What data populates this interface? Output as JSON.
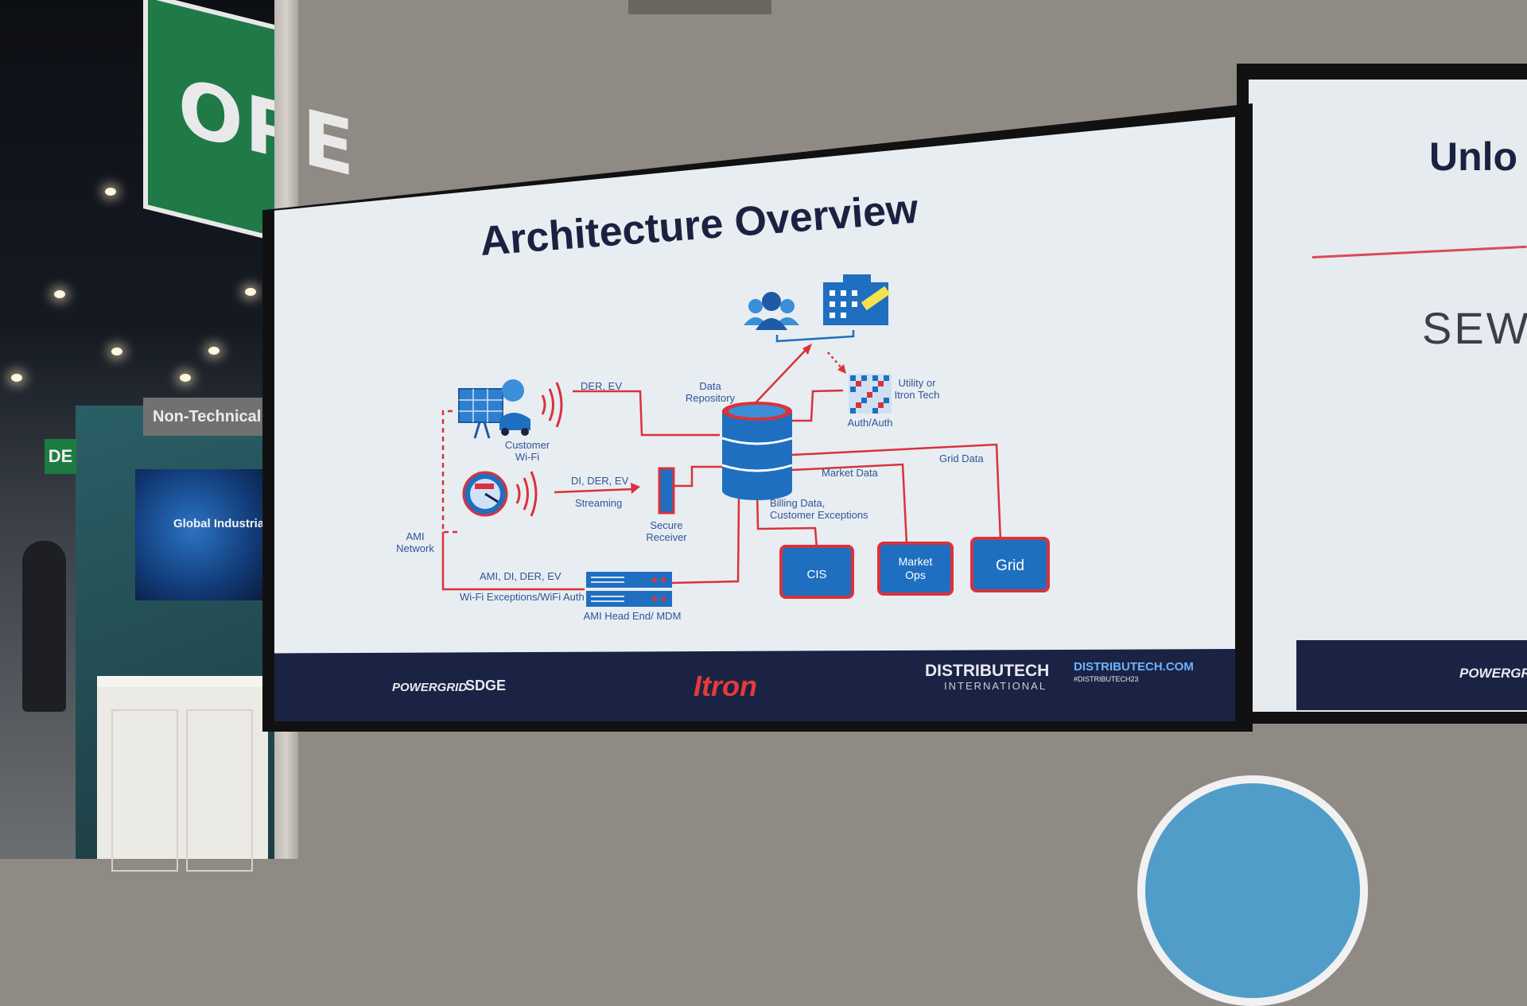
{
  "scene": {
    "sign_open": "OPE",
    "booth_label": "Non-Technical Lo",
    "booth_exit": "DE",
    "booth_screen_title": "Global Industrial I"
  },
  "slide": {
    "title": "Architecture Overview",
    "labels": {
      "der_ev": "DER, EV",
      "customer_wifi_1": "Customer",
      "customer_wifi_2": "Wi-Fi",
      "di_der_ev": "DI, DER, EV",
      "streaming": "Streaming",
      "secure_receiver_1": "Secure",
      "secure_receiver_2": "Receiver",
      "ami_network_1": "AMI",
      "ami_network_2": "Network",
      "ami_di_der_ev": "AMI, DI, DER, EV",
      "wifi_exceptions": "Wi-Fi Exceptions/WiFi Auth",
      "head_end": "AMI Head End/ MDM",
      "data_repository_1": "Data",
      "data_repository_2": "Repository",
      "utility_tech_1": "Utility or",
      "utility_tech_2": "Itron Tech",
      "auth": "Auth/Auth",
      "market_data": "Market Data",
      "grid_data": "Grid Data",
      "billing_1": "Billing Data,",
      "billing_2": "Customer Exceptions"
    },
    "boxes": {
      "cis": "CIS",
      "market_ops_1": "Market",
      "market_ops_2": "Ops",
      "grid": "Grid"
    }
  },
  "banner": {
    "powergrid": "POWERGRID",
    "sdge": "SDGE",
    "itron": "Itron",
    "distributech": "DISTRIBUTECH",
    "international": "INTERNATIONAL",
    "url": "DISTRIBUTECH.COM",
    "hashtag": "#DISTRIBUTECH23"
  },
  "side_screen": {
    "title": "Unlo",
    "logo": "SEW",
    "powergrid": "POWERGRID"
  },
  "colors": {
    "slide_bg": "#e8edf1",
    "accent_red": "#d9323c",
    "accent_blue": "#1f6fc0",
    "text_blue": "#2f5597",
    "title": "#1b2241",
    "banner": "#1b2344"
  }
}
